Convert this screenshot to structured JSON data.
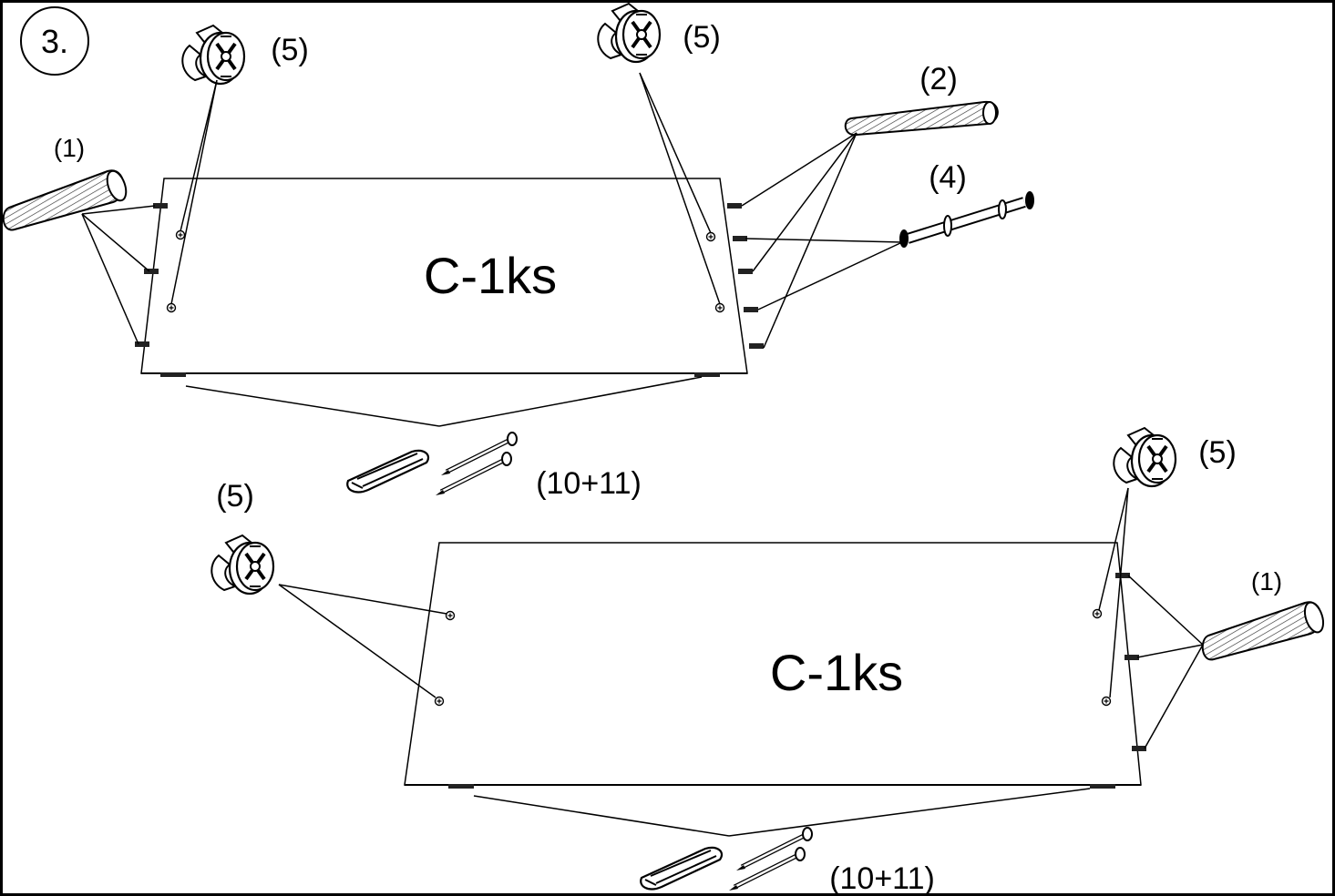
{
  "step": {
    "number": "3."
  },
  "panels": [
    {
      "label": "C-1ks"
    },
    {
      "label": "C-1ks"
    }
  ],
  "callouts": {
    "cam_lock": "(5)",
    "dowel_large": "(1)",
    "dowel_small": "(2)",
    "connector_bolt": "(4)",
    "glider_and_nails": "(10+11)"
  }
}
